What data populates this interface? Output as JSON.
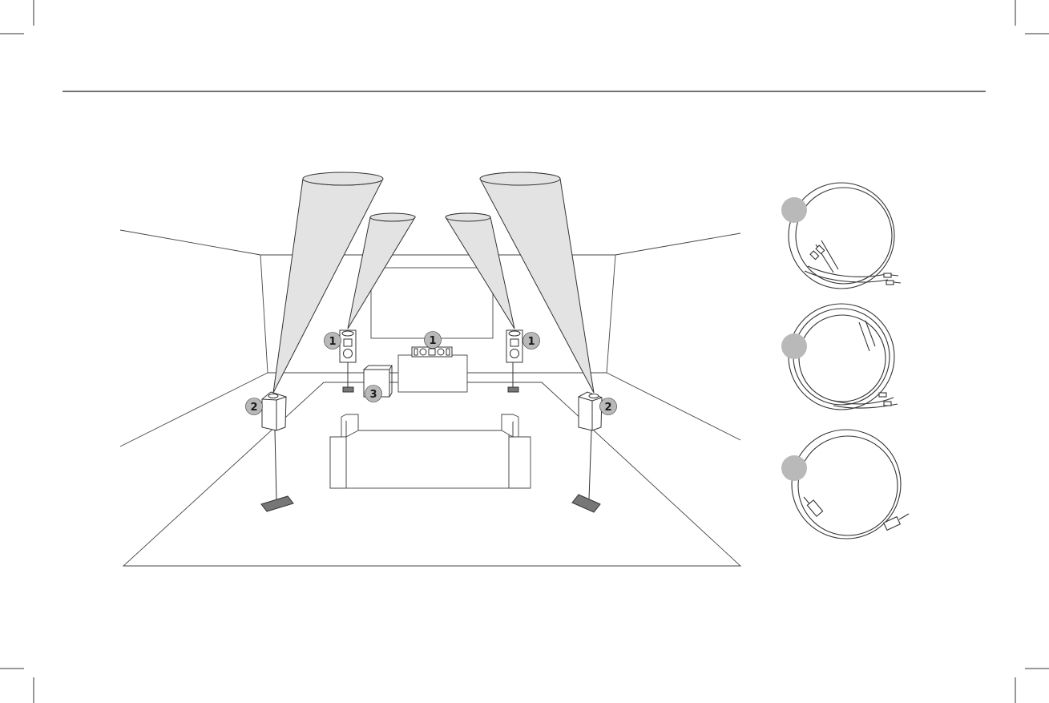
{
  "diagram": {
    "badges": {
      "front_left": "1",
      "center": "1",
      "front_right": "1",
      "rear_left": "2",
      "rear_right": "2",
      "subwoofer": "3"
    },
    "cables": {
      "speaker_cable_1": "",
      "speaker_cable_2": "",
      "subwoofer_cable": ""
    }
  },
  "colors": {
    "line": "#333333",
    "beam_fill": "#e3e3e3",
    "badge_fill": "#b9b9b9",
    "base_fill": "#777777"
  }
}
